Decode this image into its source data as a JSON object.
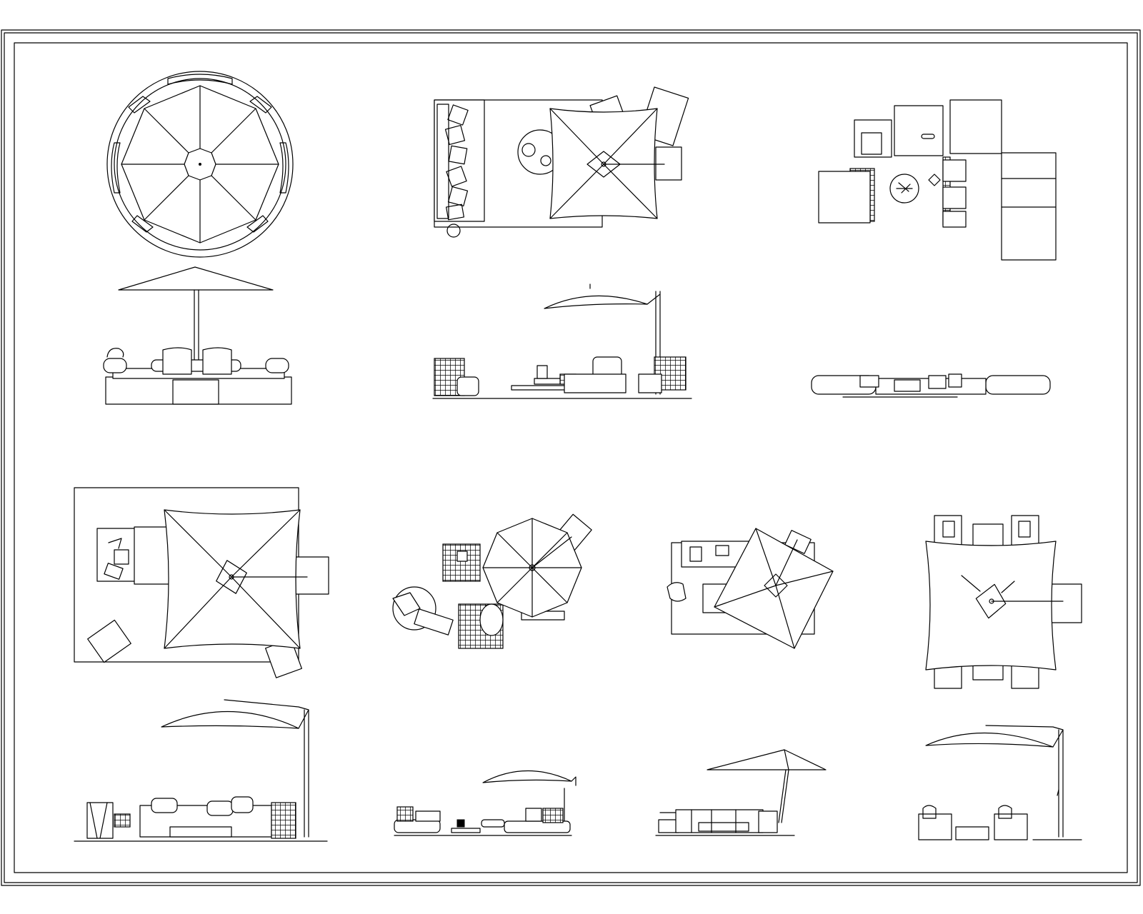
{
  "sheet": {
    "background": "#ffffff",
    "line_color": "#000000"
  },
  "drawings": [
    {
      "name": "round-umbrella-circular-sofa",
      "view": "plan"
    },
    {
      "name": "cantilever-umbrella-lounge",
      "view": "plan"
    },
    {
      "name": "modular-sofa-set",
      "view": "plan"
    },
    {
      "name": "round-umbrella-circular-sofa",
      "view": "elevation"
    },
    {
      "name": "cantilever-umbrella-lounge",
      "view": "elevation"
    },
    {
      "name": "modular-sofa-set",
      "view": "elevation"
    },
    {
      "name": "square-umbrella-sofa-on-rug",
      "view": "plan"
    },
    {
      "name": "octagonal-umbrella-chairs",
      "view": "plan"
    },
    {
      "name": "rotated-square-umbrella-sofa",
      "view": "plan"
    },
    {
      "name": "square-umbrella-dining-set",
      "view": "plan"
    },
    {
      "name": "square-umbrella-sofa-on-rug",
      "view": "elevation"
    },
    {
      "name": "octagonal-umbrella-chairs",
      "view": "elevation"
    },
    {
      "name": "rotated-square-umbrella-sofa",
      "view": "elevation"
    },
    {
      "name": "square-umbrella-dining-set",
      "view": "elevation"
    }
  ]
}
